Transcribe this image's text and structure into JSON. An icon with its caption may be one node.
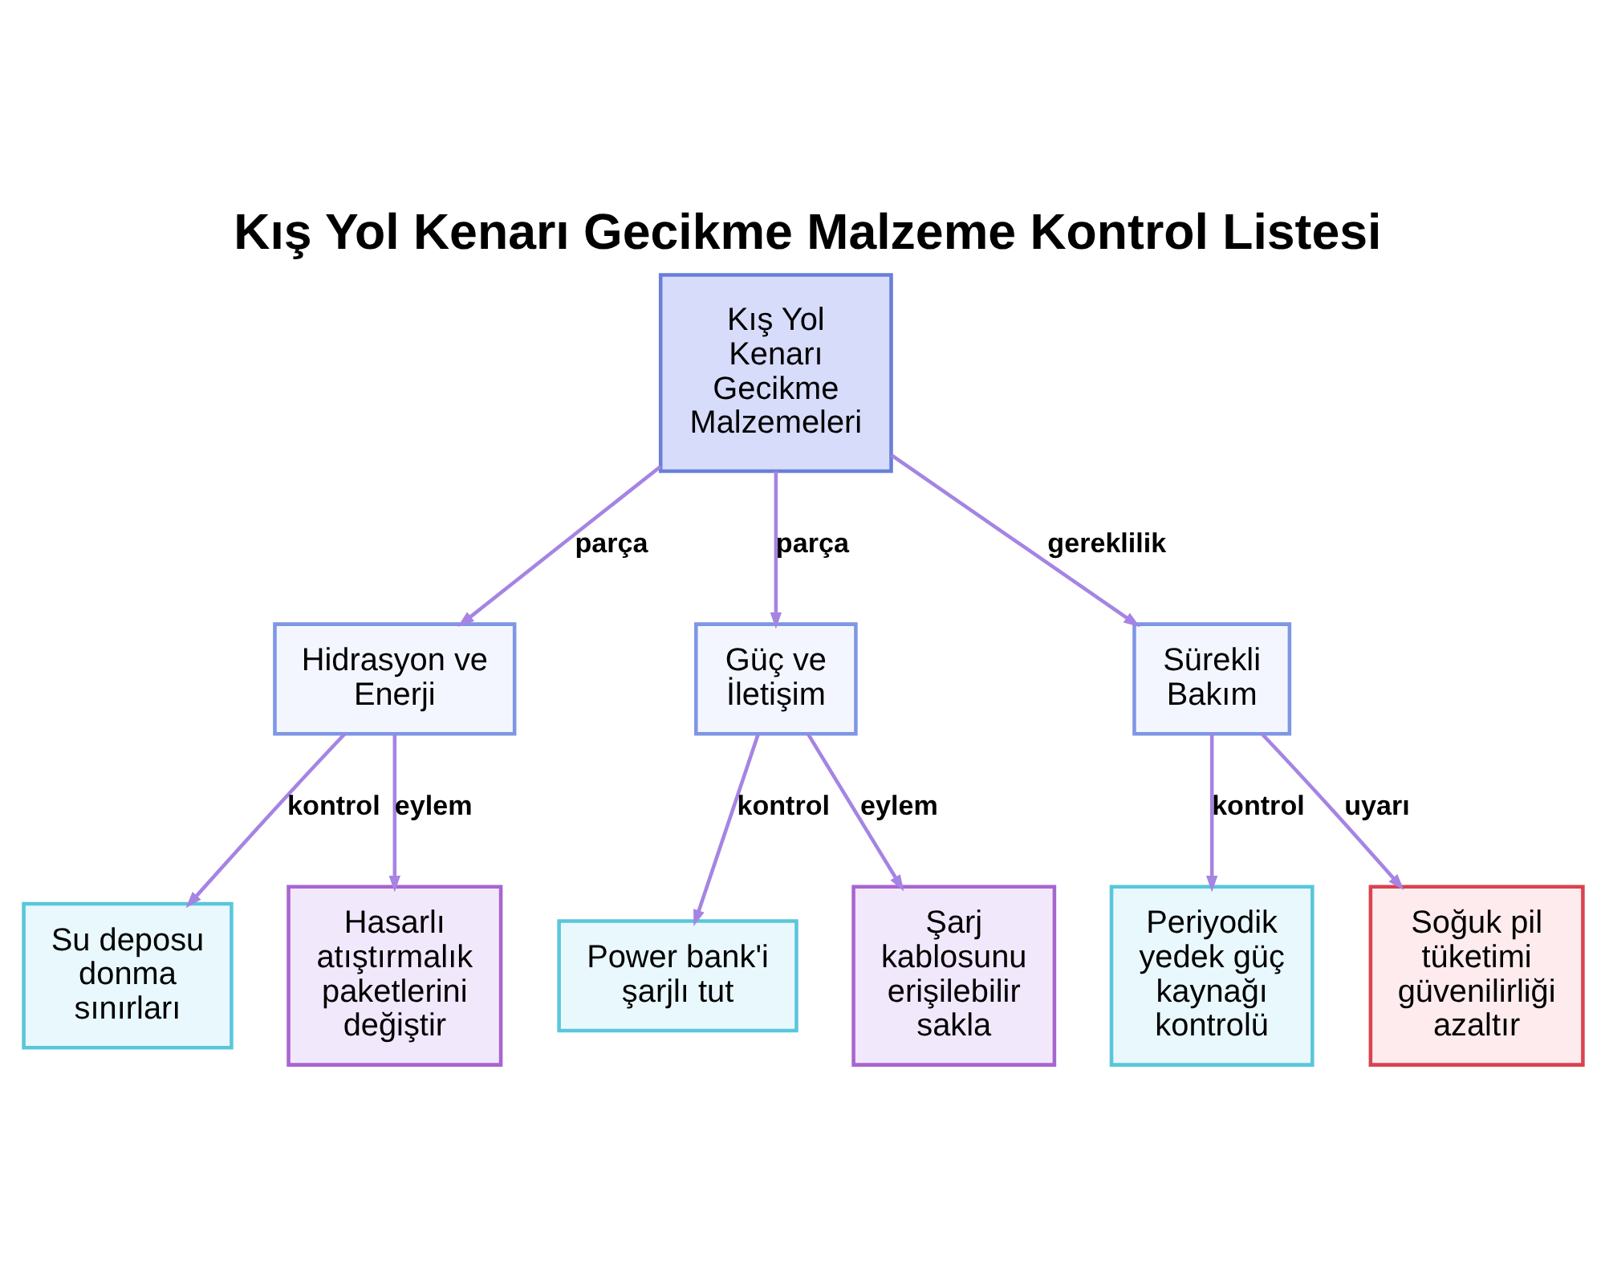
{
  "diagram": {
    "title": "Kış Yol Kenarı Gecikme Malzeme Kontrol Listesi",
    "nodes": [
      {
        "text": [
          "Kış Yol Kenarı Gecikme Malzemeleri"
        ]
      },
      {
        "text": [
          "Hidrasyon ve Enerji"
        ]
      },
      {
        "text": [
          "Güç ve İletişim"
        ]
      },
      {
        "text": [
          "Sürekli Bakım"
        ]
      },
      {
        "text": [
          "Su deposu donma sınırları"
        ]
      },
      {
        "text": [
          "Hasarlı atıştırmalık paketlerini değiştir"
        ]
      },
      {
        "text": [
          "Power bank'i şarjlı tut"
        ]
      },
      {
        "text": [
          "Şarj kablosunu erişilebilir sakla"
        ]
      },
      {
        "text": [
          "Periyodik yedek güç kaynağı kontrolü"
        ]
      },
      {
        "text": [
          "Soğuk pil tüketimi güvenilirliği azaltır"
        ]
      }
    ],
    "edges": [
      {
        "from": 0,
        "to": 1,
        "arrow": "to",
        "label": "parça"
      },
      {
        "from": 0,
        "to": 2,
        "arrow": "to",
        "label": "parça"
      },
      {
        "from": 0,
        "to": 3,
        "arrow": "to",
        "label": "gereklilik"
      },
      {
        "from": 1,
        "to": 4,
        "arrow": "to",
        "label": "kontrol"
      },
      {
        "from": 1,
        "to": 5,
        "arrow": "to",
        "label": "eylem"
      },
      {
        "from": 2,
        "to": 6,
        "arrow": "to",
        "label": "kontrol"
      },
      {
        "from": 2,
        "to": 7,
        "arrow": "to",
        "label": "eylem"
      },
      {
        "from": 3,
        "to": 8,
        "arrow": "to",
        "label": "kontrol"
      },
      {
        "from": 3,
        "to": 9,
        "arrow": "to",
        "label": "uyarı"
      }
    ]
  }
}
